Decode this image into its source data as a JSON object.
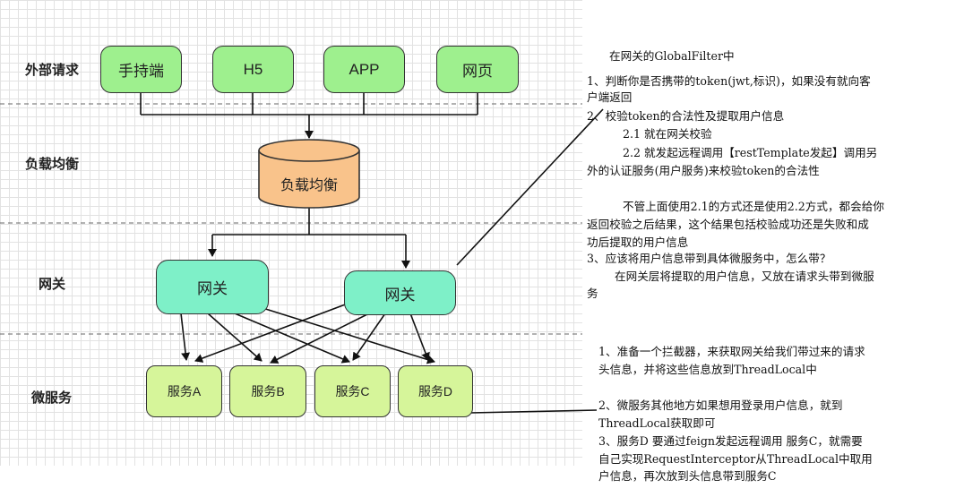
{
  "lanes": {
    "external_requests": "外部请求",
    "load_balancing": "负载均衡",
    "gateway": "网关",
    "microservices": "微服务"
  },
  "clients": {
    "handheld": "手持端",
    "h5": "H5",
    "app": "APP",
    "web": "网页"
  },
  "load_balancer": {
    "label": "负载均衡"
  },
  "gateways": {
    "left": "网关",
    "right": "网关"
  },
  "services": {
    "a": "服务A",
    "b": "服务B",
    "c": "服务C",
    "d": "服务D"
  },
  "gateway_notes": {
    "title": "在网关的GlobalFilter中",
    "lines": [
      "1、判断你是否携带的token(jwt,标识)，如果没有就向客",
      "户端返回",
      "2、校验token的合法性及提取用户信息",
      "2.1 就在网关校验",
      "2.2 就发起远程调用【restTemplate发起】调用另",
      "外的认证服务(用户服务)来校验token的合法性",
      "不管上面使用2.1的方式还是使用2.2方式，都会给你",
      "返回校验之后结果，这个结果包括校验成功还是失败和成",
      "功后提取的用户信息",
      "3、应该将用户信息带到具体微服务中，怎么带？",
      "在网关层将提取的用户信息，又放在请求头带到微服",
      "务"
    ]
  },
  "service_notes": {
    "lines": [
      "1、准备一个拦截器，来获取网关给我们带过来的请求",
      "头信息，并将这些信息放到ThreadLocal中",
      "2、微服务其他地方如果想用登录用户信息，就到",
      "ThreadLocal获取即可",
      "3、服务D 要通过feign发起远程调用 服务C，就需要",
      "自己实现RequestInterceptor从ThreadLocal中取用",
      "户信息，再次放到头信息带到服务C"
    ]
  },
  "colors": {
    "client_fill": "#9ef08e",
    "load_balancer_fill": "#f9c38b",
    "gateway_fill": "#7ef0c8",
    "service_fill": "#d6f59a"
  }
}
